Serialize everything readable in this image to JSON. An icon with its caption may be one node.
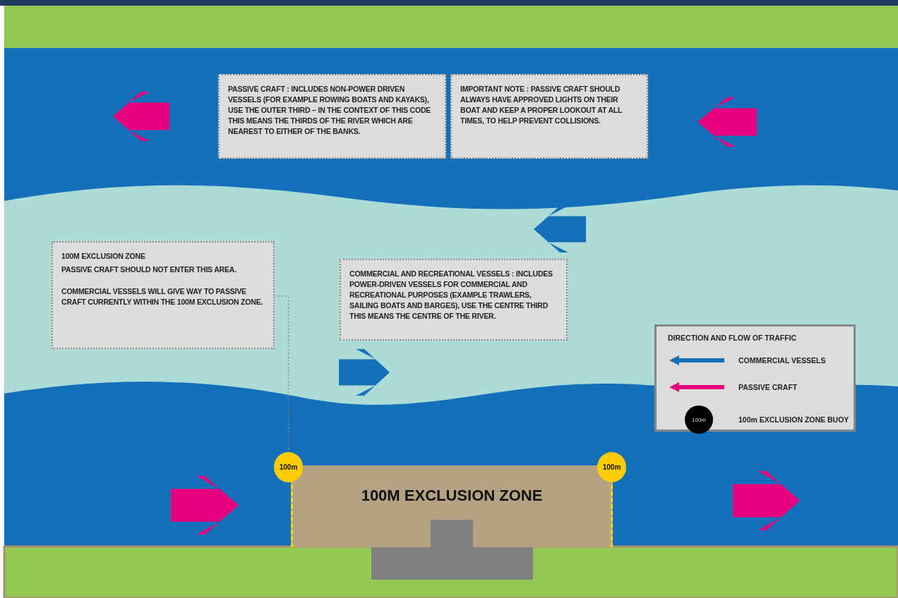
{
  "diagram": {
    "nodes": [
      {
        "text": [
          "PASSIVE CRAFT : INCLUDES NON-POWER DRIVEN VESSELS (FOR EXAMPLE ROWING BOATS AND KAYAKS), USE THE OUTER THIRD – IN THE CONTEXT OF THIS CODE THIS MEANS THE THIRDS OF THE RIVER WHICH ARE NEAREST TO EITHER OF THE BANKS."
        ]
      },
      {
        "text": [
          "IMPORTANT NOTE : PASSIVE CRAFT SHOULD ALWAYS HAVE APPROVED LIGHTS ON THEIR BOAT AND KEEP A PROPER LOOKOUT AT ALL TIMES, TO HELP PREVENT COLLISIONS."
        ]
      },
      {
        "text": [
          "100M EXCLUSION ZONE",
          "PASSIVE CRAFT SHOULD NOT ENTER THIS AREA.",
          "COMMERCIAL VESSELS WILL GIVE WAY TO PASSIVE CRAFT CURRENTLY WITHIN THE 100M EXCLUSION ZONE."
        ]
      },
      {
        "text": [
          "COMMERCIAL AND RECREATIONAL VESSELS : INCLUDES POWER-DRIVEN VESSELS FOR COMMERCIAL AND RECREATIONAL PURPOSES (EXAMPLE TRAWLERS, SAILING BOATS AND BARGES), USE THE CENTRE THIRD THIS MEANS THE CENTRE OF THE RIVER."
        ]
      },
      {
        "text": [
          "100m"
        ]
      },
      {
        "text": [
          "100m"
        ]
      },
      {
        "text": [
          "100M EXCLUSION ZONE"
        ]
      }
    ],
    "edges": [
      {
        "from": 2,
        "to": 4,
        "arrow": "none",
        "style": "dashed"
      }
    ],
    "labels": [
      "DIRECTION AND FLOW OF TRAFFIC",
      "100m"
    ],
    "legend": [
      {
        "text": "COMMERCIAL VESSELS"
      },
      {
        "text": "PASSIVE CRAFT"
      },
      {
        "text": "100m EXCLUSION ZONE BUOY"
      }
    ]
  }
}
